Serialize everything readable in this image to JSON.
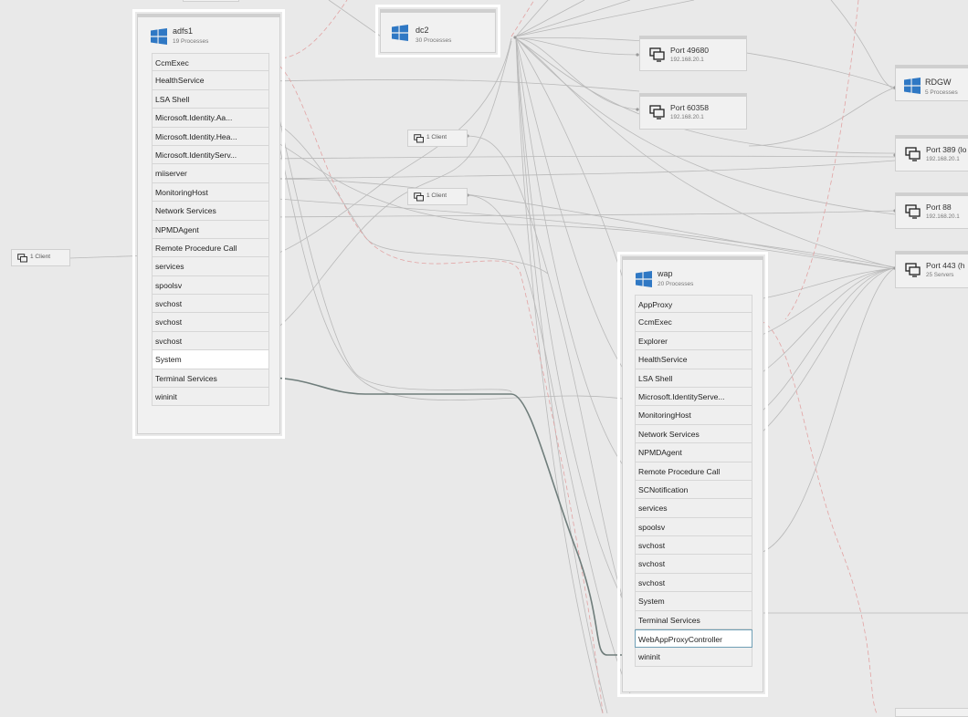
{
  "machines": {
    "adfs1": {
      "name": "adfs1",
      "subtitle": "19 Processes",
      "processes": [
        "CcmExec",
        "HealthService",
        "LSA Shell",
        "Microsoft.Identity.Aa...",
        "Microsoft.Identity.Hea...",
        "Microsoft.IdentityServ...",
        "miiserver",
        "MonitoringHost",
        "Network Services",
        "NPMDAgent",
        "Remote Procedure Call",
        "services",
        "spoolsv",
        "svchost",
        "svchost",
        "svchost",
        "System",
        "Terminal Services",
        "wininit"
      ]
    },
    "dc2": {
      "name": "dc2",
      "subtitle": "30 Processes"
    },
    "rdgw": {
      "name": "RDGW",
      "subtitle": "5 Processes"
    },
    "wap": {
      "name": "wap",
      "subtitle": "20 Processes",
      "processes": [
        "AppProxy",
        "CcmExec",
        "Explorer",
        "HealthService",
        "LSA Shell",
        "Microsoft.IdentityServe...",
        "MonitoringHost",
        "Network Services",
        "NPMDAgent",
        "Remote Procedure Call",
        "SCNotification",
        "services",
        "spoolsv",
        "svchost",
        "svchost",
        "svchost",
        "System",
        "Terminal Services",
        "WebAppProxyController",
        "wininit"
      ]
    }
  },
  "ports": [
    {
      "name": "Port 49680",
      "sub": "192.168.20.1"
    },
    {
      "name": "Port 60358",
      "sub": "192.168.20.1"
    },
    {
      "name": "Port 389 (lo",
      "sub": "192.168.20.1"
    },
    {
      "name": "Port 88",
      "sub": "192.168.20.1"
    },
    {
      "name": "Port 443 (h",
      "sub": "25 Servers"
    }
  ],
  "clients": [
    {
      "label": "1 Client"
    },
    {
      "label": "1 Client"
    },
    {
      "label": "1 Client"
    }
  ],
  "colors": {
    "background": "#e9e9e9",
    "windows_blue": "#2f78c4",
    "link_gray": "#b5b5b5",
    "link_red_dashed": "#e4a0a0",
    "link_selected": "#6f7d7b"
  },
  "icons": {
    "machine": "windows-logo-icon",
    "port": "monitor-stack-icon",
    "client": "monitor-stack-icon"
  }
}
